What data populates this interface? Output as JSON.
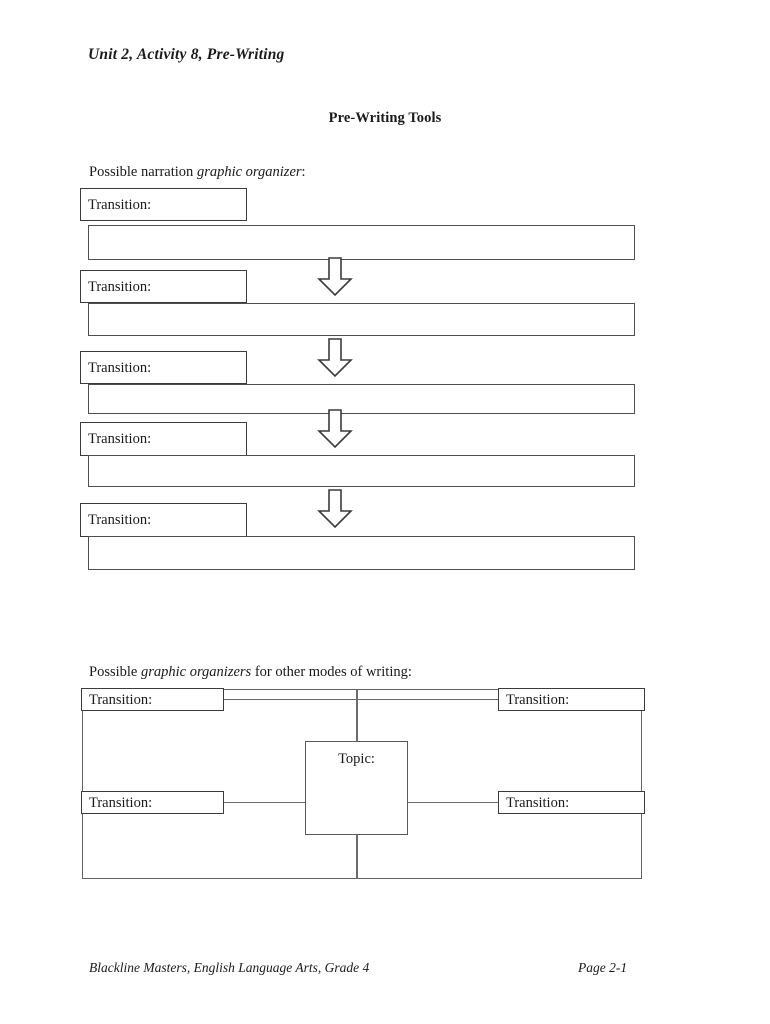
{
  "document": {
    "header": "Unit 2, Activity 8, Pre-Writing",
    "title": "Pre-Writing Tools"
  },
  "sections": {
    "narration": {
      "label_prefix": "Possible narration ",
      "label_italic": "graphic organizer",
      "label_suffix": ":",
      "units": [
        {
          "transition_label": "Transition:"
        },
        {
          "transition_label": "Transition:"
        },
        {
          "transition_label": "Transition:"
        },
        {
          "transition_label": "Transition:"
        },
        {
          "transition_label": "Transition:"
        }
      ],
      "arrow_count": 4,
      "arrow_icon": "block-arrow-down-icon"
    },
    "web": {
      "label_prefix": "Possible ",
      "label_italic": "graphic organizers",
      "label_suffix": " for other modes of writing:",
      "topic_label": "Topic:",
      "corners": [
        {
          "position": "top-left",
          "transition_label": "Transition:"
        },
        {
          "position": "top-right",
          "transition_label": "Transition:"
        },
        {
          "position": "bottom-left",
          "transition_label": "Transition:"
        },
        {
          "position": "bottom-right",
          "transition_label": "Transition:"
        }
      ]
    }
  },
  "footer": {
    "left": "Blackline Masters, English Language Arts, Grade 4",
    "right": "Page 2-1"
  },
  "colors": {
    "page_background": "#ffffff",
    "text": "#1a1a1a",
    "box_border": "#4a4a4a",
    "connector": "#6b6b6b"
  }
}
